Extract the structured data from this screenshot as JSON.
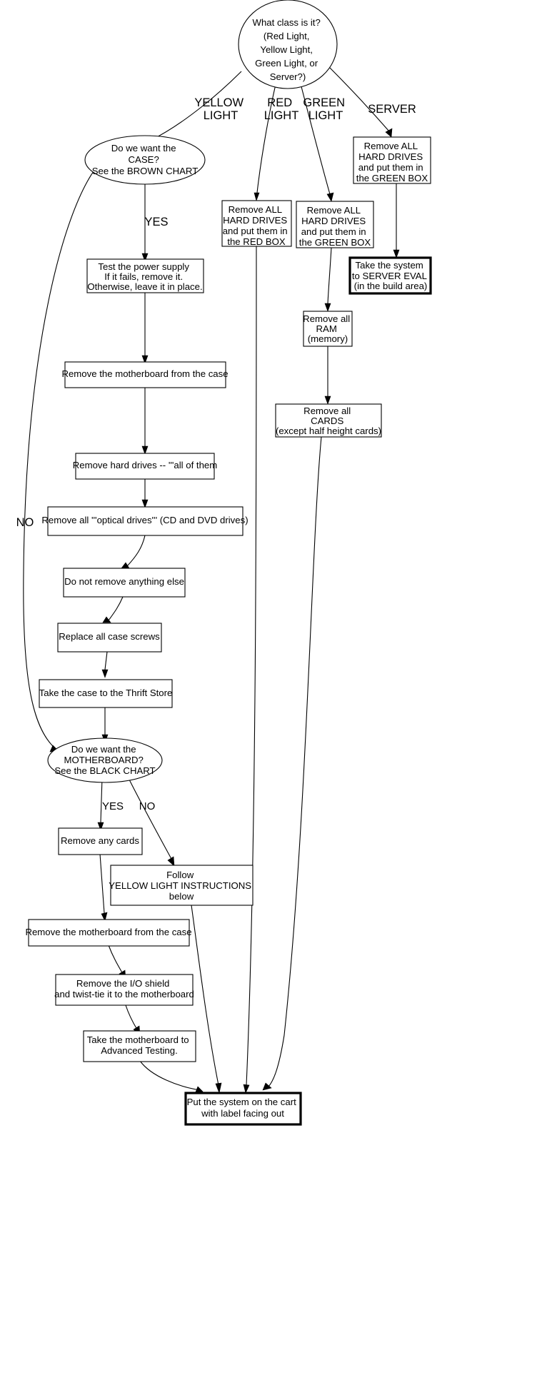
{
  "chart_data": {
    "type": "diagram",
    "title": "Hardware triage decision flowchart",
    "nodes": [
      {
        "id": "start",
        "shape": "ellipse",
        "lines": [
          "What class is it?",
          "(Red Light,",
          "Yellow Light,",
          "Green Light, or",
          "Server?)"
        ]
      },
      {
        "id": "case_q",
        "shape": "ellipse",
        "lines": [
          "Do we want the",
          "CASE?",
          "See the BROWN CHART"
        ]
      },
      {
        "id": "red_hdd",
        "shape": "box",
        "lines": [
          "Remove ALL",
          "HARD DRIVES",
          "and put them in",
          "the RED BOX"
        ]
      },
      {
        "id": "green_hdd",
        "shape": "box",
        "lines": [
          "Remove ALL",
          "HARD DRIVES",
          "and put them in",
          "the GREEN BOX"
        ]
      },
      {
        "id": "server_hdd",
        "shape": "box",
        "lines": [
          "Remove ALL",
          "HARD DRIVES",
          "and put them in",
          "the GREEN BOX"
        ]
      },
      {
        "id": "server_eval",
        "shape": "box",
        "bold": true,
        "lines": [
          "Take the system",
          "to SERVER EVAL",
          "(in the build area)"
        ]
      },
      {
        "id": "remove_ram",
        "shape": "box",
        "lines": [
          "Remove all",
          "RAM",
          "(memory)"
        ]
      },
      {
        "id": "remove_cards_gl",
        "shape": "box",
        "lines": [
          "Remove all",
          "CARDS",
          "(except half height cards)"
        ]
      },
      {
        "id": "test_psu",
        "shape": "box",
        "lines": [
          "Test the power supply",
          "If it fails, remove it.",
          "Otherwise, leave it in place."
        ]
      },
      {
        "id": "remove_mobo_1",
        "shape": "box",
        "lines": [
          "Remove the motherboard from the case"
        ]
      },
      {
        "id": "remove_hdd_all",
        "shape": "box",
        "lines": [
          "Remove hard drives -- '''all of them"
        ]
      },
      {
        "id": "remove_optical",
        "shape": "box",
        "lines": [
          "Remove all '''optical drives''' (CD and DVD drives)"
        ]
      },
      {
        "id": "nothing_else",
        "shape": "box",
        "lines": [
          "Do not remove anything else"
        ]
      },
      {
        "id": "replace_screws",
        "shape": "box",
        "lines": [
          "Replace all case screws"
        ]
      },
      {
        "id": "thrift_store",
        "shape": "box",
        "lines": [
          "Take the case to the Thrift Store"
        ]
      },
      {
        "id": "mobo_q",
        "shape": "ellipse",
        "lines": [
          "Do we want the",
          "MOTHERBOARD?",
          "See the BLACK CHART"
        ]
      },
      {
        "id": "remove_cards",
        "shape": "box",
        "lines": [
          "Remove any cards"
        ]
      },
      {
        "id": "follow_yellow",
        "shape": "box",
        "lines": [
          "Follow",
          "YELLOW LIGHT INSTRUCTIONS",
          "below"
        ]
      },
      {
        "id": "remove_mobo_2",
        "shape": "box",
        "lines": [
          "Remove the motherboard from the case"
        ]
      },
      {
        "id": "io_shield",
        "shape": "box",
        "lines": [
          "Remove the I/O shield",
          "and twist-tie it to the motherboard"
        ]
      },
      {
        "id": "adv_testing",
        "shape": "box",
        "lines": [
          "Take the motherboard to",
          "Advanced Testing."
        ]
      },
      {
        "id": "cart",
        "shape": "box",
        "bold": true,
        "lines": [
          "Put the system on the cart",
          "with label facing out"
        ]
      }
    ],
    "edge_labels": [
      {
        "id": "yellow_light",
        "lines": [
          "YELLOW",
          "LIGHT"
        ]
      },
      {
        "id": "red_light",
        "lines": [
          "RED",
          "LIGHT"
        ]
      },
      {
        "id": "green_light",
        "lines": [
          "GREEN",
          "LIGHT"
        ]
      },
      {
        "id": "server",
        "lines": [
          "SERVER"
        ]
      },
      {
        "id": "case_yes",
        "lines": [
          "YES"
        ]
      },
      {
        "id": "case_no",
        "lines": [
          "NO"
        ]
      },
      {
        "id": "mobo_yes",
        "lines": [
          "YES"
        ]
      },
      {
        "id": "mobo_no",
        "lines": [
          "NO"
        ]
      }
    ],
    "colors": {
      "stroke": "#000000",
      "fill": "#ffffff",
      "text": "#000000"
    }
  }
}
